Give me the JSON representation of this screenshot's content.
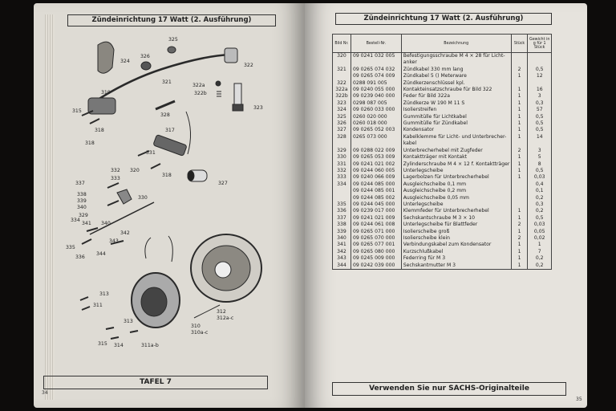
{
  "left_page": {
    "title": "Zündeinrichtung 17 Watt (2. Ausführung)",
    "footer": "TAFEL 7",
    "page_number": "34",
    "callouts": [
      "325",
      "324",
      "326",
      "322",
      "321",
      "322a",
      "322b",
      "323",
      "319",
      "328",
      "315",
      "318",
      "317",
      "318",
      "331",
      "332",
      "320",
      "318",
      "327",
      "337",
      "333",
      "338",
      "339",
      "330",
      "340",
      "329",
      "341",
      "342",
      "334",
      "340",
      "343",
      "335",
      "336",
      "344",
      "313",
      "311",
      "312",
      "312a-c",
      "310",
      "310a-c",
      "313",
      "314",
      "311a-b",
      "315"
    ]
  },
  "right_page": {
    "title": "Zündeinrichtung 17 Watt (2. Ausführung)",
    "footer": "Verwenden Sie nur SACHS-Originalteile",
    "page_number": "35",
    "table": {
      "headers": [
        "Bild Nr.",
        "Bestell-Nr.",
        "Bezeichnung",
        "Stück",
        "Gewicht in g für 1 Stück"
      ],
      "rows": [
        {
          "bild": "320",
          "nr": "09 0241 032 005",
          "bez": "Befestigungsschraube M 4 × 28 für Licht-",
          "stk": "",
          "gew": ""
        },
        {
          "bild": "",
          "nr": "",
          "bez": "anker",
          "stk": "",
          "gew": ""
        },
        {
          "bild": "321",
          "nr": "09 0265 074 032",
          "bez": "Zündkabel 330 mm lang",
          "stk": "2",
          "gew": "0,5"
        },
        {
          "bild": "",
          "nr": "09 0265 074 009",
          "bez": "Zündkabel 5 () Meterware",
          "stk": "1",
          "gew": "12"
        },
        {
          "bild": "322",
          "nr": "0288 091 005",
          "bez": "Zündkerzenschlüssel kpl.",
          "stk": "",
          "gew": ""
        },
        {
          "bild": "322a",
          "nr": "09 0240 055 000",
          "bez": "Kontakteinsatzschraube für Bild 322",
          "stk": "1",
          "gew": "16"
        },
        {
          "bild": "322b",
          "nr": "09 0239 040 000",
          "bez": "Feder für Bild 322a",
          "stk": "1",
          "gew": "3"
        },
        {
          "bild": "323",
          "nr": "0298 087 005",
          "bez": "Zündkerze W 190 M 11 S",
          "stk": "1",
          "gew": "0,3"
        },
        {
          "bild": "324",
          "nr": "09 0260 033 000",
          "bez": "Isolierstreifen",
          "stk": "1",
          "gew": "57"
        },
        {
          "bild": "325",
          "nr": "0260 020 000",
          "bez": "Gummitülle für Lichtkabel",
          "stk": "1",
          "gew": "0,5"
        },
        {
          "bild": "326",
          "nr": "0260 018 000",
          "bez": "Gummitülle für Zündkabel",
          "stk": "1",
          "gew": "0,5"
        },
        {
          "bild": "327",
          "nr": "09 0265 052 003",
          "bez": "Kondensator",
          "stk": "1",
          "gew": "0,5"
        },
        {
          "bild": "328",
          "nr": "0265 073 000",
          "bez": "Kabelklemme für Licht- und Unterbrecher-",
          "stk": "1",
          "gew": "14"
        },
        {
          "bild": "",
          "nr": "",
          "bez": "kabel",
          "stk": "",
          "gew": ""
        },
        {
          "bild": "329",
          "nr": "09 0288 022 009",
          "bez": "Unterbrecherhebel mit Zugfeder",
          "stk": "2",
          "gew": "3"
        },
        {
          "bild": "330",
          "nr": "09 0265 053 009",
          "bez": "Kontaktträger mit Kontakt",
          "stk": "1",
          "gew": "5"
        },
        {
          "bild": "331",
          "nr": "09 0241 021 002",
          "bez": "Zylinderschraube M 4 × 12 f. Kontaktträger",
          "stk": "1",
          "gew": "8"
        },
        {
          "bild": "332",
          "nr": "09 0244 060 005",
          "bez": "Unterlegscheibe",
          "stk": "1",
          "gew": "0,5"
        },
        {
          "bild": "333",
          "nr": "09 0240 066 009",
          "bez": "Lagerbolzen für Unterbrecherhebel",
          "stk": "1",
          "gew": "0,03"
        },
        {
          "bild": "334",
          "nr": "09 0244 085 000",
          "bez": "Ausgleichscheibe 0,1 mm",
          "stk": "",
          "gew": "0,4"
        },
        {
          "bild": "",
          "nr": "09 0244 085 001",
          "bez": "Ausgleichscheibe 0,2 mm",
          "stk": "",
          "gew": "0,1"
        },
        {
          "bild": "",
          "nr": "09 0244 085 002",
          "bez": "Ausgleichscheibe 0,05 mm",
          "stk": "",
          "gew": "0,2"
        },
        {
          "bild": "335",
          "nr": "09 0244 045 000",
          "bez": "Unterlegscheibe",
          "stk": "",
          "gew": "0,3"
        },
        {
          "bild": "336",
          "nr": "09 0239 017 000",
          "bez": "Klemmfeder für Unterbrecherhebel",
          "stk": "1",
          "gew": "0,2"
        },
        {
          "bild": "337",
          "nr": "09 0241 021 009",
          "bez": "Sechskantschraube M 3 × 10",
          "stk": "1",
          "gew": "0,5"
        },
        {
          "bild": "338",
          "nr": "09 0244 061 008",
          "bez": "Unterlegscheibe für Blattfeder",
          "stk": "2",
          "gew": "0,03"
        },
        {
          "bild": "339",
          "nr": "09 0265 071 000",
          "bez": "Isolierscheibe groß",
          "stk": "1",
          "gew": "0,05"
        },
        {
          "bild": "340",
          "nr": "09 0265 070 000",
          "bez": "Isolierscheibe klein",
          "stk": "2",
          "gew": "0,02"
        },
        {
          "bild": "341",
          "nr": "09 0265 077 001",
          "bez": "Verbindungskabel zum Kondensator",
          "stk": "1",
          "gew": "1"
        },
        {
          "bild": "342",
          "nr": "09 0265 080 000",
          "bez": "Kurzschlußkabel",
          "stk": "1",
          "gew": "7"
        },
        {
          "bild": "343",
          "nr": "09 0245 009 000",
          "bez": "Federring für M 3",
          "stk": "1",
          "gew": "0,2"
        },
        {
          "bild": "344",
          "nr": "09 0242 039 000",
          "bez": "Sechskantmutter M 3",
          "stk": "1",
          "gew": "0,2"
        }
      ]
    }
  }
}
